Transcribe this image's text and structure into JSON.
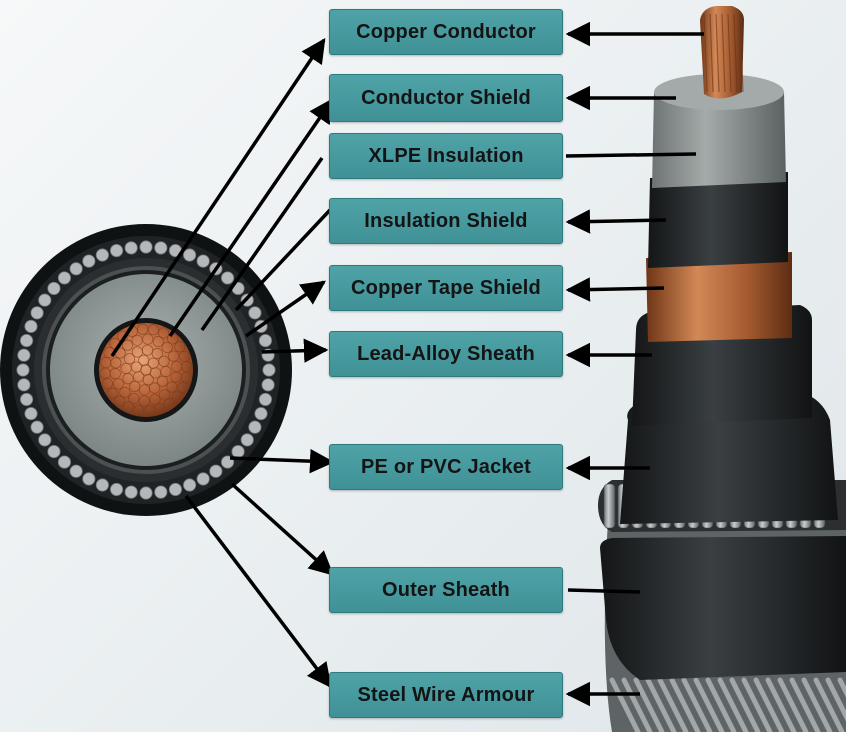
{
  "labels": [
    "Copper Conductor",
    "Conductor Shield",
    "XLPE  Insulation",
    "Insulation Shield",
    "Copper Tape Shield",
    "Lead-Alloy  Sheath",
    "PE or PVC Jacket",
    "Outer Sheath",
    "Steel Wire Armour"
  ],
  "colors": {
    "label_fill": "#4499a0",
    "label_text": "#141414",
    "copper": "#b8643a",
    "insulation": "#8f9a98",
    "sheath": "#232628",
    "armour_wire": "#b4b8ba"
  }
}
